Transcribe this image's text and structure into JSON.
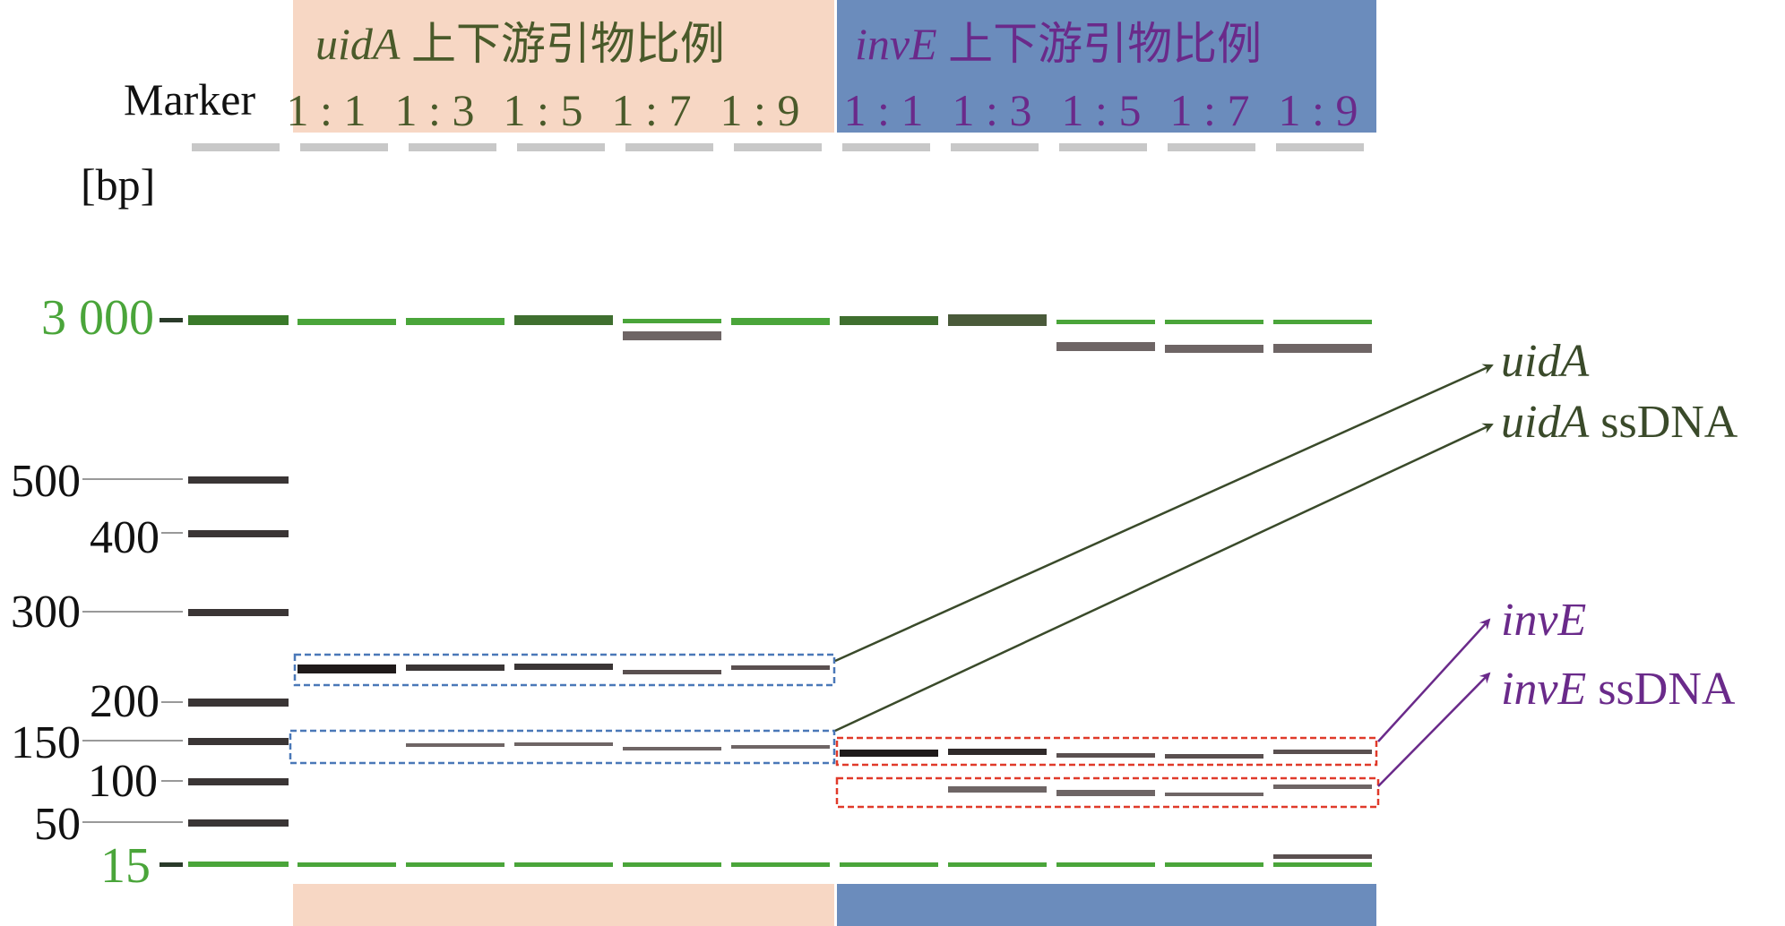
{
  "colors": {
    "uida_bg": "#f7d7c4",
    "inve_bg": "#6b8cbc",
    "uida_text": "#4a5a2a",
    "inve_text": "#6a2a8a",
    "marker_green": "#4aa53a",
    "band_dark": "#3a3535",
    "band_gray": "#6e6565",
    "guide_gray": "#999999",
    "lane_top_gray": "#c8c8c8",
    "box_blue": "#4a78b8",
    "box_red": "#e03a2a",
    "arrow_green": "#3a4a2a",
    "arrow_purple": "#6a2a8a"
  },
  "header": {
    "uida_gene": "uidA",
    "uida_title": " 上下游引物比例",
    "inve_gene": "invE",
    "inve_title": " 上下游引物比例",
    "marker_label": "Marker",
    "unit_label": "[bp]",
    "ratios": [
      "1 : 1",
      "1 : 3",
      "1 : 5",
      "1 : 7",
      "1 : 9"
    ]
  },
  "ladder": {
    "upper_label": "3 000",
    "labels": [
      "500",
      "400",
      "300",
      "200",
      "150",
      "100",
      "50"
    ],
    "lower_label": "15"
  },
  "annotations": {
    "uida_product": {
      "gene": "uidA",
      "suffix": ""
    },
    "uida_ssdna": {
      "gene": "uidA",
      "suffix": " ssDNA"
    },
    "inve_product": {
      "gene": "invE",
      "suffix": ""
    },
    "inve_ssdna": {
      "gene": "invE",
      "suffix": " ssDNA"
    }
  }
}
